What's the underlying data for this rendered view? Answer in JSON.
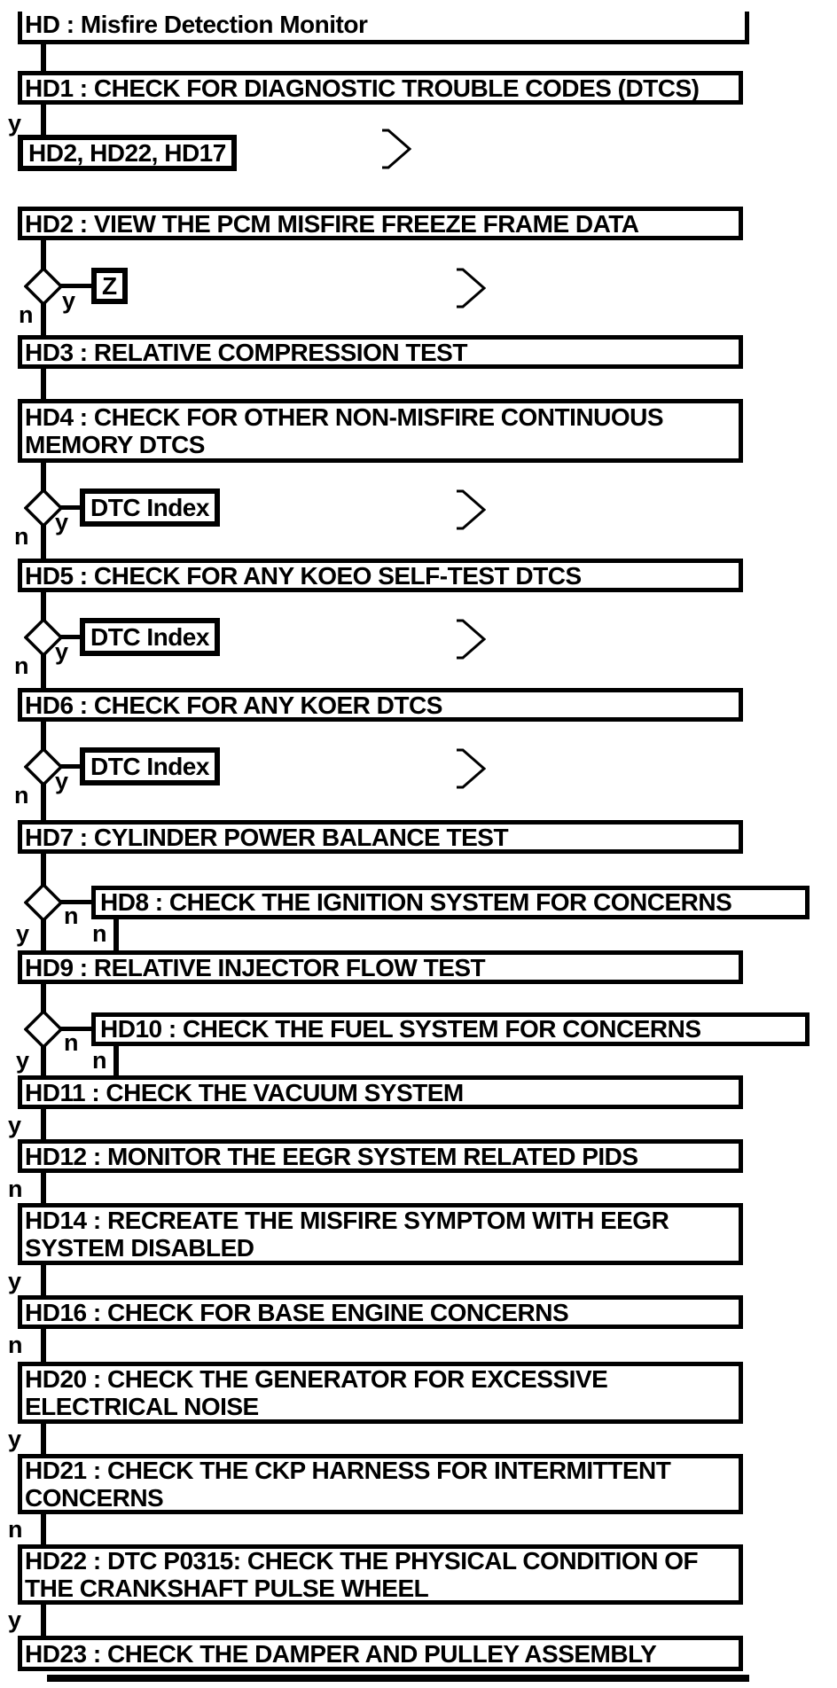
{
  "diagram": {
    "title": "HD : Misfire Detection Monitor",
    "branch_labels": {
      "yes": "y",
      "no": "n"
    },
    "refs": {
      "dtc_list": "HD2, HD22, HD17",
      "z": "Z",
      "dtc_index": "DTC Index"
    },
    "steps": {
      "hd1": "HD1 : CHECK FOR DIAGNOSTIC TROUBLE CODES (DTCS)",
      "hd2": "HD2 : VIEW THE PCM MISFIRE FREEZE FRAME DATA",
      "hd3": "HD3 : RELATIVE COMPRESSION TEST",
      "hd4": "HD4 : CHECK FOR OTHER NON-MISFIRE CONTINUOUS MEMORY DTCS",
      "hd5": "HD5 : CHECK FOR ANY KOEO SELF-TEST DTCS",
      "hd6": "HD6 : CHECK FOR ANY KOER DTCS",
      "hd7": "HD7 : CYLINDER POWER BALANCE TEST",
      "hd8": "HD8 : CHECK THE IGNITION SYSTEM FOR CONCERNS",
      "hd9": "HD9 : RELATIVE INJECTOR FLOW TEST",
      "hd10": "HD10 : CHECK THE FUEL SYSTEM FOR CONCERNS",
      "hd11": "HD11 : CHECK THE VACUUM SYSTEM",
      "hd12": "HD12 : MONITOR THE EEGR SYSTEM RELATED PIDS",
      "hd14": "HD14 : RECREATE THE MISFIRE SYMPTOM WITH EEGR SYSTEM DISABLED",
      "hd16": "HD16 : CHECK FOR BASE ENGINE CONCERNS",
      "hd20": "HD20 : CHECK THE GENERATOR FOR EXCESSIVE ELECTRICAL NOISE",
      "hd21": "HD21 : CHECK THE CKP HARNESS FOR INTERMITTENT CONCERNS",
      "hd22": "HD22 : DTC P0315: CHECK THE PHYSICAL CONDITION OF THE CRANKSHAFT PULSE WHEEL",
      "hd23": "HD23 : CHECK THE DAMPER AND PULLEY ASSEMBLY"
    },
    "colors": {
      "line": "#000000",
      "background": "#ffffff"
    }
  }
}
